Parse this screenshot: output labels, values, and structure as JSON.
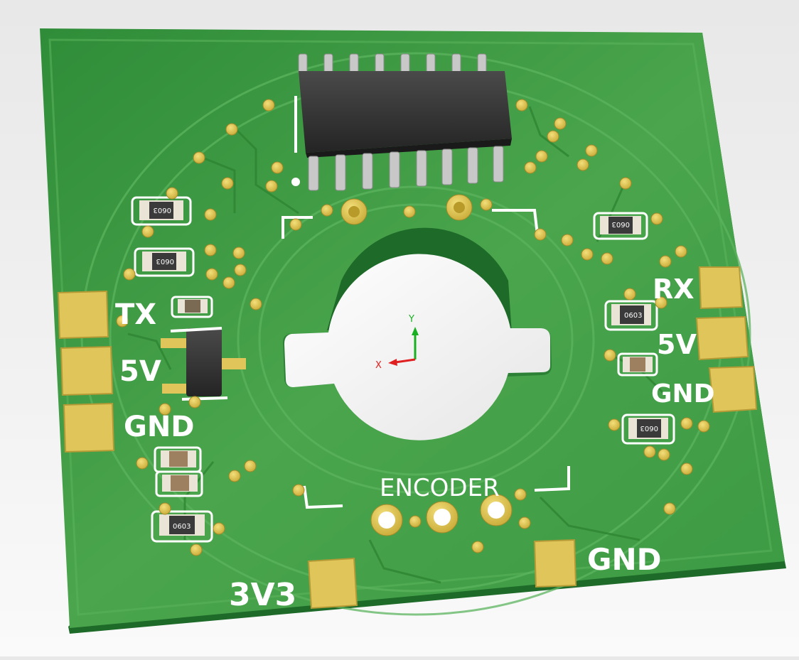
{
  "image": {
    "subject": "3D render of a green printed circuit board",
    "colors": {
      "board_top": "#3f9a45",
      "board_edge": "#1e6e2a",
      "copper_pad": "#e0c65a",
      "pad_hole": "#b89a2a",
      "silkscreen": "#ffffff",
      "ic_body": "#2f2f2f",
      "ic_pin": "#c8c8c8",
      "resistor_body": "#e9e4d6",
      "resistor_center": "#3a3a3a",
      "background": "#eeeeee",
      "axis_x": "#e02020",
      "axis_y": "#18b020"
    }
  },
  "labels": {
    "tx": "TX",
    "rx": "RX",
    "left_5v": "5V",
    "right_5v": "5V",
    "left_gnd": "GND",
    "right_gnd": "GND",
    "bottom_gnd": "GND",
    "v3v3": "3V3",
    "encoder": "ENCODER"
  },
  "components": {
    "resistor_marking": "0603",
    "axis_x_label": "X",
    "axis_y_label": "Y"
  }
}
